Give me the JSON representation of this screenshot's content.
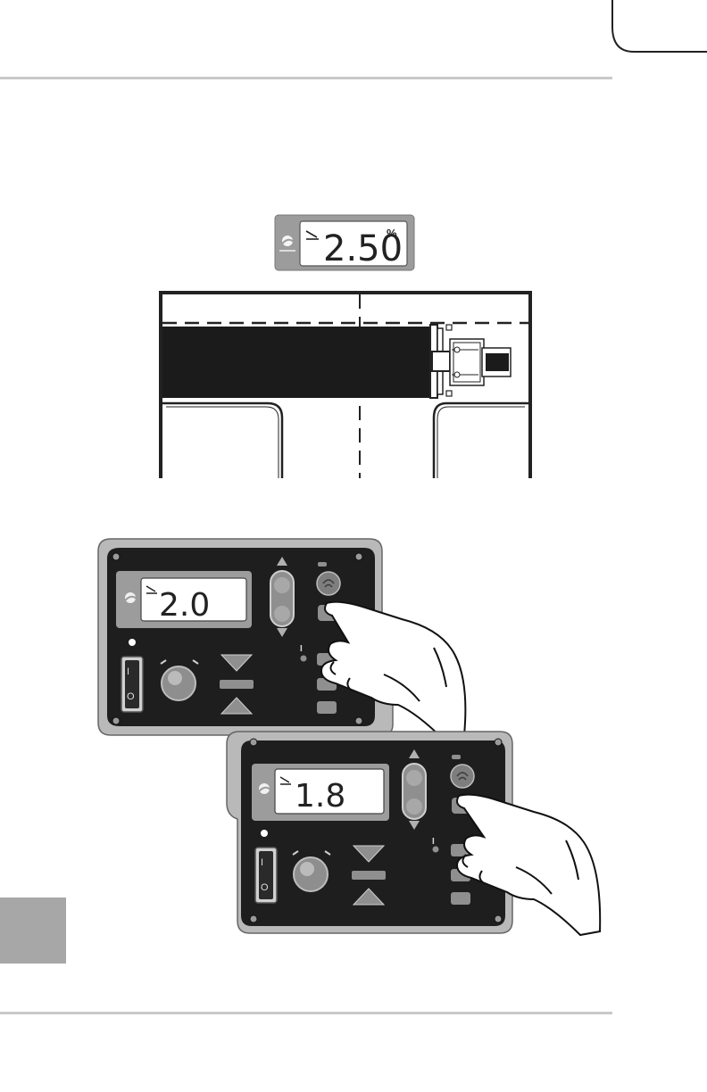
{
  "figure_top": {
    "display": {
      "value": "2.50",
      "unit": "%"
    }
  },
  "figure_panel_1": {
    "display": {
      "value": "2.0"
    },
    "switch": {
      "on_symbol": "I",
      "off_symbol": "O"
    }
  },
  "figure_panel_2": {
    "display": {
      "value": "1.8"
    },
    "switch": {
      "on_symbol": "I",
      "off_symbol": "O"
    }
  },
  "colors": {
    "panel_body": "#1e1e1e",
    "panel_bezel": "#b9b9b9",
    "lcd": "#ffffff",
    "side_tab": "#a7a7a7",
    "rule": "#c9c9c9"
  }
}
